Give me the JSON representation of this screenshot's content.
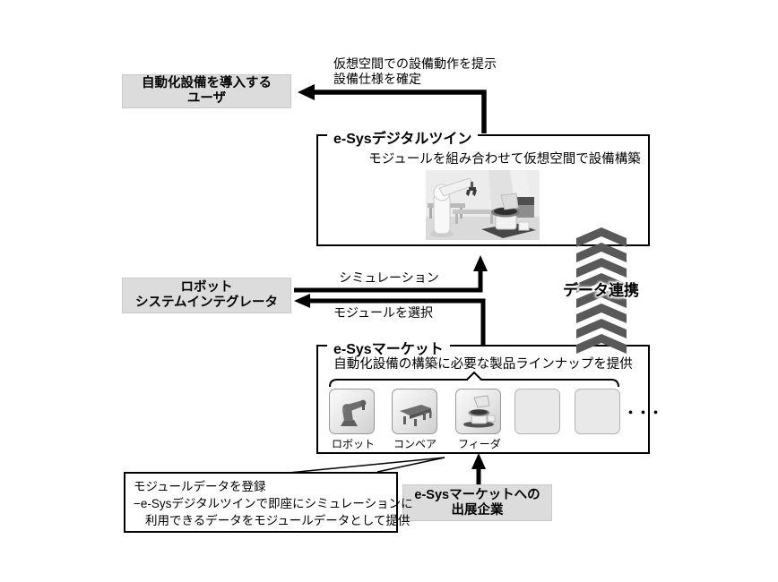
{
  "boxes": {
    "user": {
      "line1": "自動化設備を導入する",
      "line2": "ユーザ"
    },
    "sier": {
      "line1": "ロボット",
      "line2": "システムインテグレータ"
    },
    "exhibitor": {
      "line1": "e-Sysマーケットへの",
      "line2": "出展企業"
    }
  },
  "digital_twin": {
    "title": "e-Sysデジタルツイン",
    "description": "モジュールを組み合わせて仮想空間で設備構築"
  },
  "market": {
    "title": "e-Sysマーケット",
    "description": "自動化設備の構築に必要な製品ラインナップを提供",
    "items": [
      {
        "label": "ロボット",
        "icon": "robot-arm-icon"
      },
      {
        "label": "コンベア",
        "icon": "conveyor-icon"
      },
      {
        "label": "フィーダ",
        "icon": "feeder-icon"
      },
      {
        "label": "",
        "icon": "empty-module-box"
      },
      {
        "label": "",
        "icon": "empty-module-box"
      }
    ],
    "more": "・・・"
  },
  "arrows": {
    "to_user_line1": "仮想空間での設備動作を提示",
    "to_user_line2": "設備仕様を確定",
    "simulation": "シミュレーション",
    "select_module": "モジュールを選択",
    "data_link": "データ連携"
  },
  "callout": {
    "line1": "モジュールデータを登録",
    "line2": "−e-Sysデジタルツインで即座にシミュレーションに",
    "line3": "利用できるデータをモジュールデータとして提供"
  },
  "colors": {
    "label_box_bg": "#dcdcdc",
    "chevron": "#595959",
    "line": "#000000"
  }
}
